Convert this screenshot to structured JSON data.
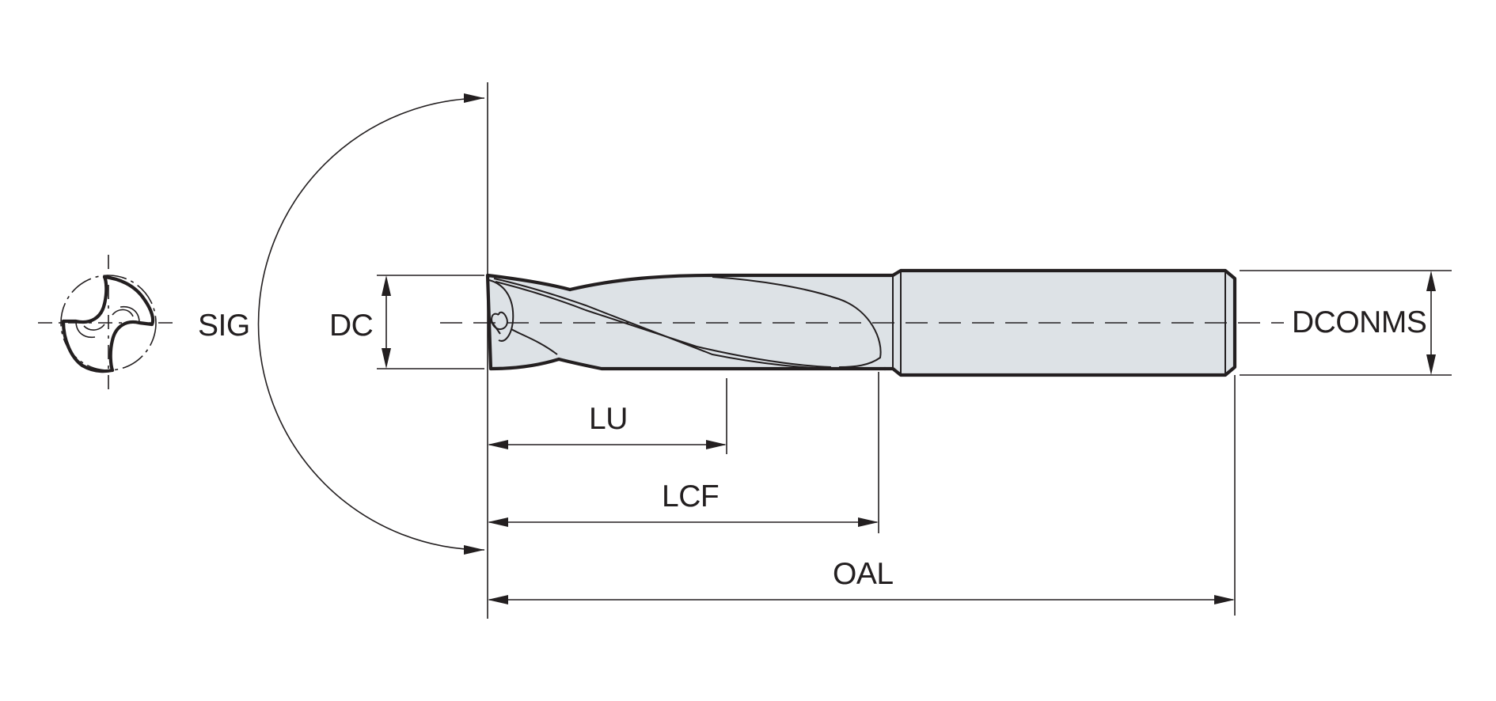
{
  "labels": {
    "sig": "SIG",
    "dc": "DC",
    "dconms": "DCONMS",
    "lu": "LU",
    "lcf": "LCF",
    "oal": "OAL"
  },
  "colors": {
    "body_fill": "#dde2e6",
    "line": "#231f20",
    "background": "#ffffff"
  }
}
